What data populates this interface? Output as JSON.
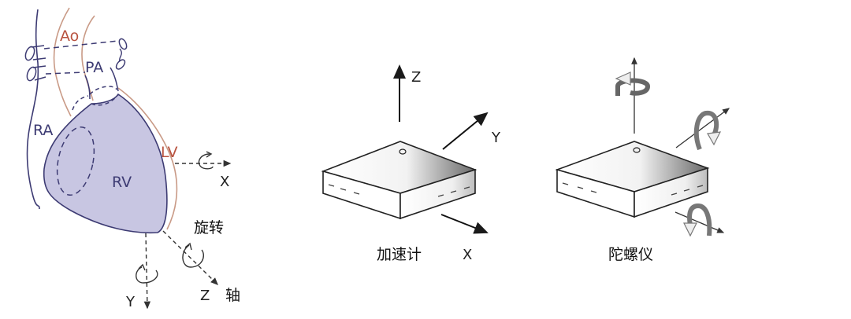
{
  "heart_panel": {
    "labels": {
      "ao": "Ao",
      "pa": "PA",
      "ra": "RA",
      "rv": "RV",
      "lv": "LV"
    },
    "axes": {
      "x": "X",
      "y": "Y",
      "z": "Z"
    },
    "rotation_caption_top": "旋转",
    "rotation_caption_bottom": "轴",
    "colors": {
      "rv_fill": "#c8c6e2",
      "outline_blue": "#3d3b73",
      "vessel_red": "#b8523f",
      "vessel_tan": "#c99a86"
    }
  },
  "accelerometer_panel": {
    "caption": "加速计",
    "axes": {
      "x": "X",
      "y": "Y",
      "z": "Z"
    }
  },
  "gyroscope_panel": {
    "caption": "陀螺仪"
  }
}
